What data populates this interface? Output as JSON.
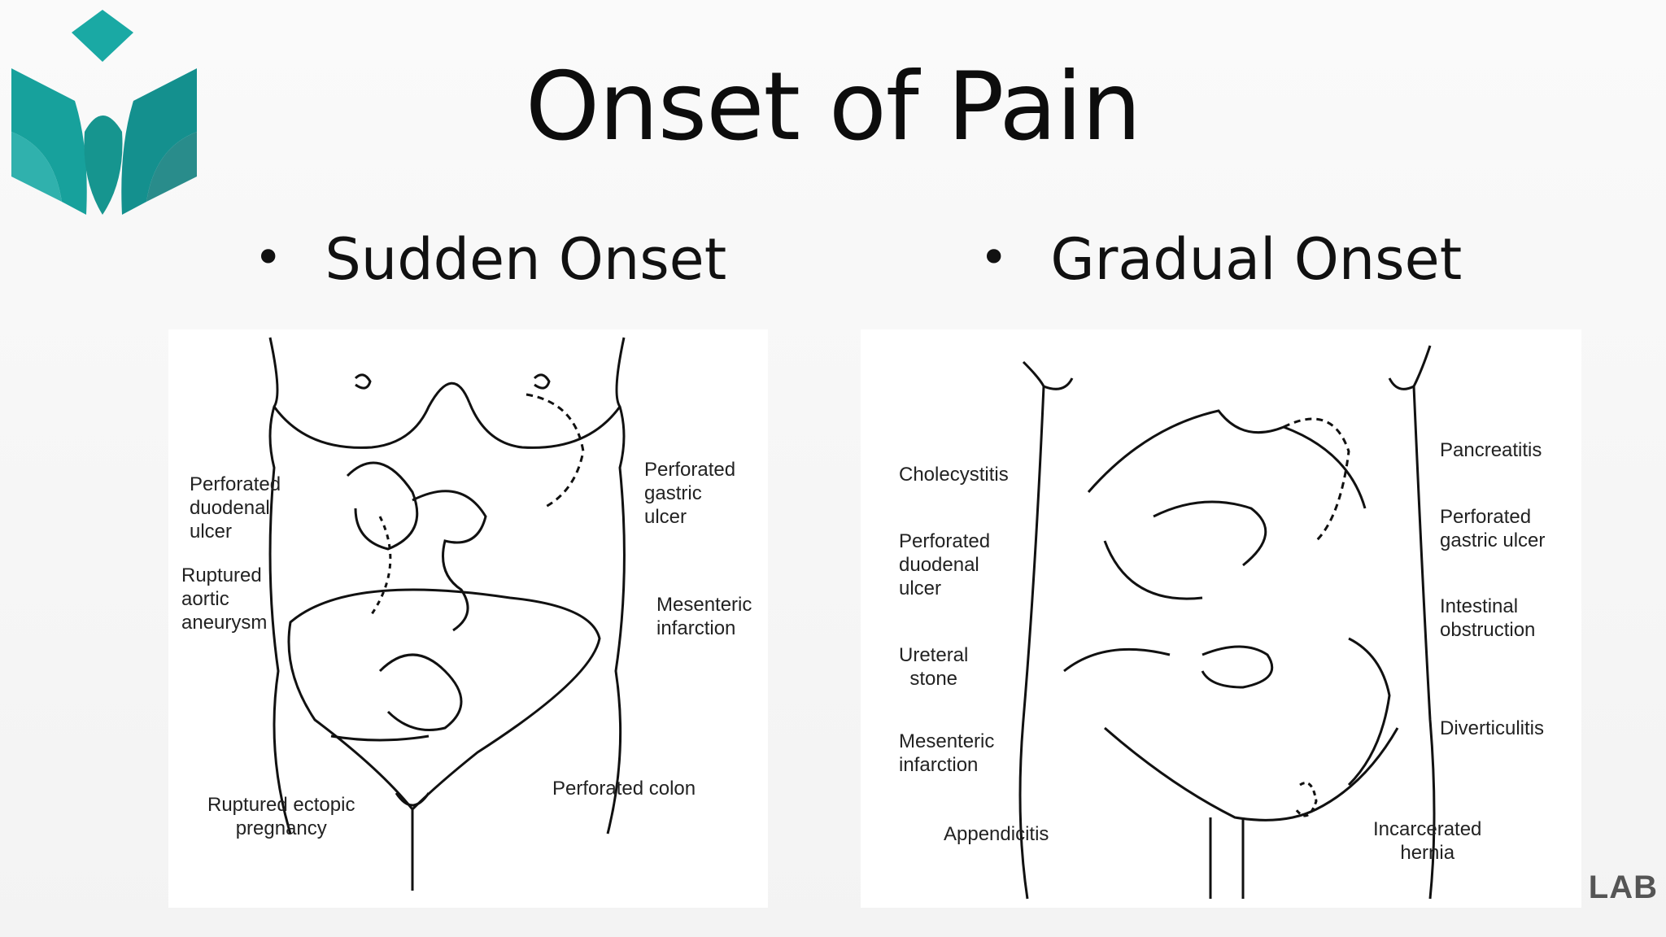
{
  "slide": {
    "title": "Onset of Pain",
    "bullets": [
      {
        "label": "Sudden Onset"
      },
      {
        "label": "Gradual Onset"
      }
    ]
  },
  "sudden": {
    "labels": {
      "perforated_duodenal_ulcer": "Perforated\nduodenal\nulcer",
      "perforated_gastric_ulcer": "Perforated\ngastric\nulcer",
      "ruptured_aortic_aneurysm": "Ruptured\naortic\naneurysm",
      "mesenteric_infarction": "Mesenteric\ninfarction",
      "ruptured_ectopic_pregnancy": "Ruptured ectopic\npregnancy",
      "perforated_colon": "Perforated colon"
    }
  },
  "gradual": {
    "labels": {
      "cholecystitis": "Cholecystitis",
      "pancreatitis": "Pancreatitis",
      "perforated_duodenal_ulcer": "Perforated\nduodenal\nulcer",
      "perforated_gastric_ulcer": "Perforated\ngastric ulcer",
      "intestinal_obstruction": "Intestinal\nobstruction",
      "ureteral_stone": "Ureteral\nstone",
      "diverticulitis": "Diverticulitis",
      "mesenteric_infarction": "Mesenteric\ninfarction",
      "appendicitis": "Appendicitis",
      "incarcerated_hernia": "Incarcerated\nhernia"
    }
  },
  "watermark": "LAB",
  "colors": {
    "logo_teal": "#1aa9a4",
    "logo_teal_dark": "#12807f",
    "ink": "#111111"
  }
}
